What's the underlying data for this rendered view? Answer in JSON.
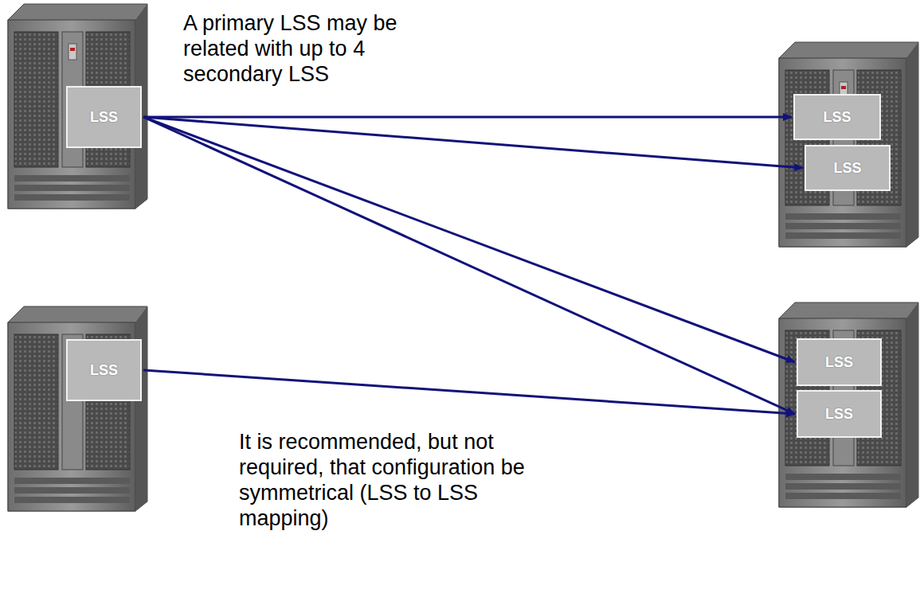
{
  "diagram": {
    "nodes": [
      {
        "text": [
          "LSS"
        ]
      },
      {
        "text": [
          "LSS"
        ]
      },
      {
        "text": [
          "LSS"
        ]
      },
      {
        "text": [
          "LSS"
        ]
      },
      {
        "text": [
          "LSS"
        ]
      },
      {
        "text": [
          "LSS"
        ]
      }
    ],
    "edges": [
      {
        "from": 0,
        "to": 2,
        "arrow": "to"
      },
      {
        "from": 0,
        "to": 3,
        "arrow": "to"
      },
      {
        "from": 0,
        "to": 4,
        "arrow": "to"
      },
      {
        "from": 0,
        "to": 5,
        "arrow": "to"
      },
      {
        "from": 1,
        "to": 5,
        "arrow": "to"
      }
    ],
    "labels": [
      "A primary LSS may be related with up to 4 secondary LSS",
      "It is recommended, but not required, that configuration be symmetrical (LSS to LSS mapping)"
    ]
  }
}
